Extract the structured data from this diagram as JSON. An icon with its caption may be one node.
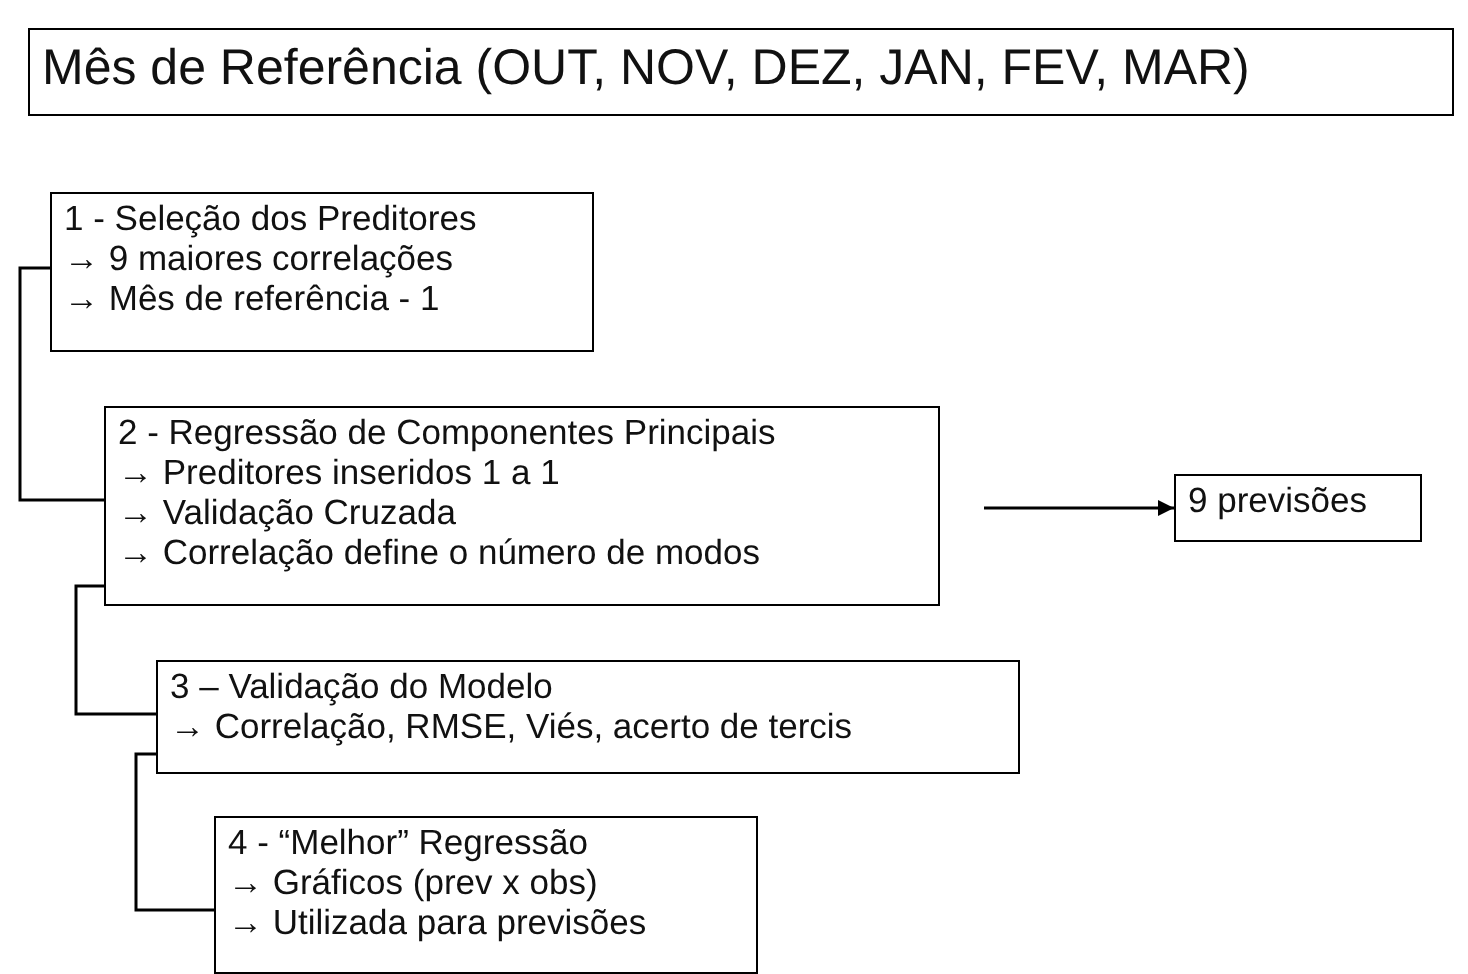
{
  "diagram": {
    "nodes": [
      {
        "text": [
          "Mês de Referência (OUT, NOV, DEZ, JAN, FEV, MAR)"
        ]
      },
      {
        "text": [
          "1 - Seleção dos Preditores",
          "→ 9 maiores correlações",
          "→ Mês de referência - 1"
        ]
      },
      {
        "text": [
          "2 - Regressão de Componentes Principais",
          "→ Preditores inseridos 1 a 1",
          "→ Validação Cruzada",
          "→ Correlação define o número de modos"
        ]
      },
      {
        "text": [
          "3 – Validação do Modelo",
          "→ Correlação, RMSE, Viés, acerto de tercis"
        ]
      },
      {
        "text": [
          "4 - “Melhor” Regressão",
          "→ Gráficos (prev x obs)",
          "→ Utilizada para previsões"
        ]
      },
      {
        "text": [
          "9 previsões"
        ]
      }
    ],
    "edges": [
      {
        "from": 1,
        "to": 2,
        "arrow": "none"
      },
      {
        "from": 2,
        "to": 3,
        "arrow": "none"
      },
      {
        "from": 3,
        "to": 4,
        "arrow": "none"
      },
      {
        "from": 2,
        "to": 5,
        "arrow": "to"
      }
    ]
  }
}
